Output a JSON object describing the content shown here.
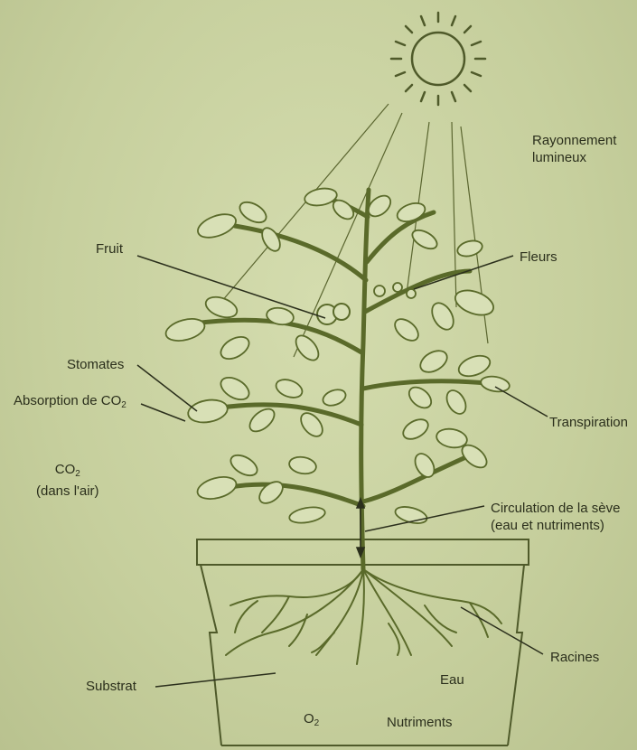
{
  "labels": {
    "light": [
      "Rayonnement",
      "lumineux"
    ],
    "fruit": "Fruit",
    "flowers": "Fleurs",
    "stomata": "Stomates",
    "co2_absorption": {
      "text": "Absorption de CO",
      "sub": "2"
    },
    "transpiration": "Transpiration",
    "co2_air": {
      "text": "CO",
      "sub": "2",
      "line2": "(dans l'air)"
    },
    "sap_circulation": [
      "Circulation de la sève",
      "(eau et nutriments)"
    ],
    "roots": "Racines",
    "substrate": "Substrat",
    "water": "Eau",
    "o2": {
      "text": "O",
      "sub": "2"
    },
    "nutrients": "Nutriments"
  },
  "colors": {
    "background": "#c9d2a3",
    "plant_line": "#5a6a2a",
    "leaf_fill": "#d8e0b6",
    "sun_line": "#4f5a2a",
    "text": "#2b2f1c"
  }
}
